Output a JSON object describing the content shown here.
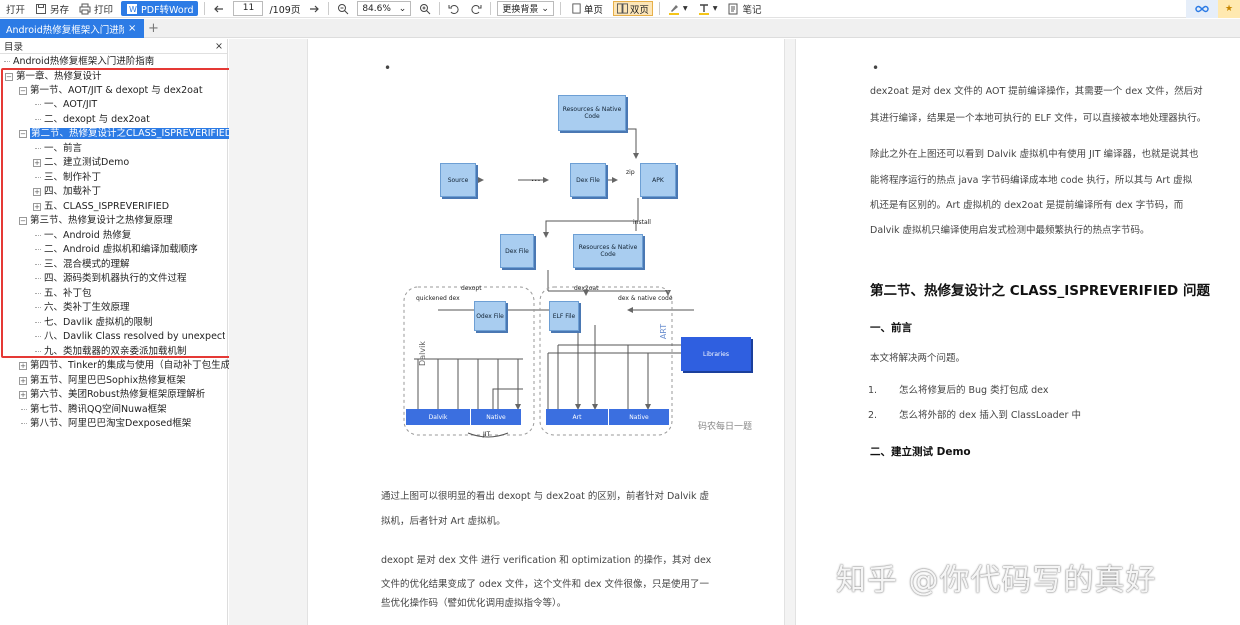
{
  "toolbar": {
    "open": "打开",
    "saveas": "另存",
    "print": "打印",
    "pdf2word": "PDF转Word",
    "page_current": "11",
    "page_total": "/109页",
    "zoom": "84.6%",
    "background": "更换背景",
    "single": "单页",
    "double": "双页",
    "notes": "笔记"
  },
  "tab": {
    "title": "Android热修复框架入门进阶指南",
    "add": "+"
  },
  "sidebar": {
    "title": "目录",
    "close": "×",
    "items": [
      "Android热修复框架入门进阶指南",
      "第一章、热修复设计",
      "第一节、AOT/JIT & dexopt 与 dex2oat",
      "一、AOT/JIT",
      "二、dexopt 与 dex2oat",
      "第二节、热修复设计之CLASS_ISPREVERIFIED问题",
      "一、前言",
      "二、建立测试Demo",
      "三、制作补丁",
      "四、加载补丁",
      "五、CLASS_ISPREVERIFIED",
      "第三节、热修复设计之热修复原理",
      "一、Android 热修复",
      "二、Android 虚拟机和编译加载顺序",
      "三、混合模式的理解",
      "四、源码类到机器执行的文件过程",
      "五、补丁包",
      "六、类补丁生效原理",
      "七、Davlik 虚拟机的限制",
      "八、Davlik Class resolved by unexpected DEX",
      "九、类加载器的双亲委派加载机制",
      "第四节、Tinker的集成与使用（自动补丁包生成）",
      "第五节、阿里巴巴Sophix热修复框架",
      "第六节、美团Robust热修复框架原理解析",
      "第七节、腾讯QQ空间Nuwa框架",
      "第八节、阿里巴巴淘宝Dexposed框架"
    ]
  },
  "diagram": {
    "resources_native": "Resources & Native Code",
    "source": "Source",
    "dots": "...",
    "dex_file": "Dex File",
    "zip": "zip",
    "apk": "APK",
    "install": "install",
    "dex_file2": "Dex File",
    "resources_native2": "Resources & Native Code",
    "dexopt": "dexopt",
    "dex2oat": "dex2oat",
    "quickened_dex": "quickened dex",
    "odex": "Odex File",
    "elf": "ELF File",
    "dex_native_code": "dex & native code",
    "dalvik_side": "Dalvik",
    "art_side": "ART",
    "libraries": "Libraries",
    "strip_dalvik": "Dalvik",
    "strip_native1": "Native",
    "strip_art": "Art",
    "strip_native2": "Native",
    "jit": "JIT",
    "badge": "码农每日一题"
  },
  "page1": {
    "para1_line1": "通过上图可以很明显的看出 dexopt 与 dex2oat 的区别，前者针对 Dalvik 虚",
    "para1_line2": "拟机，后者针对 Art 虚拟机。",
    "para2_line1": "dexopt 是对 dex 文件 进行 verification 和 optimization 的操作，其对 dex",
    "para2_line2": "文件的优化结果变成了 odex 文件，这个文件和 dex 文件很像，只是使用了一",
    "para2_line3": "些优化操作码（譬如优化调用虚拟指令等）。"
  },
  "page2": {
    "p1_l1": "dex2oat 是对 dex 文件的 AOT 提前编译操作，其需要一个 dex 文件，然后对",
    "p1_l2": "其进行编译，结果是一个本地可执行的 ELF 文件，可以直接被本地处理器执行。",
    "p2_l1": "除此之外在上图还可以看到 Dalvik 虚拟机中有使用 JIT 编译器，也就是说其也",
    "p2_l2": "能将程序运行的热点 java 字节码编译成本地 code 执行，所以其与 Art 虚拟",
    "p2_l3": "机还是有区别的。Art 虚拟机的 dex2oat 是提前编译所有 dex 字节码，而",
    "p2_l4": "Dalvik 虚拟机只编译使用启发式检测中最频繁执行的热点字节码。",
    "heading": "第二节、热修复设计之 CLASS_ISPREVERIFIED 问题",
    "sub1": "一、前言",
    "intro": "本文将解决两个问题。",
    "li1_num": "1.",
    "li1": "怎么将修复后的 Bug 类打包成 dex",
    "li2_num": "2.",
    "li2": "怎么将外部的 dex 插入到 ClassLoader 中",
    "sub2": "二、建立测试 Demo"
  },
  "watermark": "知乎 @你代码写的真好"
}
